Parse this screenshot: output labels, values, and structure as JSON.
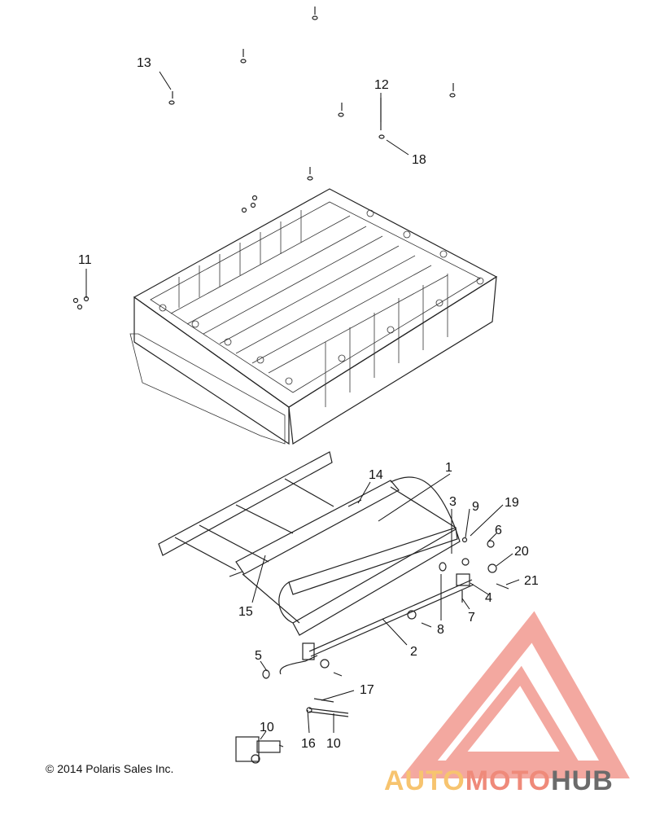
{
  "callouts": {
    "c1": "1",
    "c2": "2",
    "c3": "3",
    "c4": "4",
    "c5": "5",
    "c6": "6",
    "c7": "7",
    "c8": "8",
    "c9": "9",
    "c10a": "10",
    "c10b": "10",
    "c11": "11",
    "c12": "12",
    "c13": "13",
    "c14": "14",
    "c15": "15",
    "c16": "16",
    "c17": "17",
    "c18": "18",
    "c19": "19",
    "c20": "20",
    "c21": "21"
  },
  "copyright": "© 2014 Polaris Sales Inc.",
  "watermark": {
    "part1": "AUTO",
    "part2": "MOTO",
    "part3": "HUB",
    "colors": {
      "auto": "#f7c46f",
      "moto": "#ef8a7a",
      "hub": "#6b6b6b",
      "logo": "#f29a90"
    }
  }
}
